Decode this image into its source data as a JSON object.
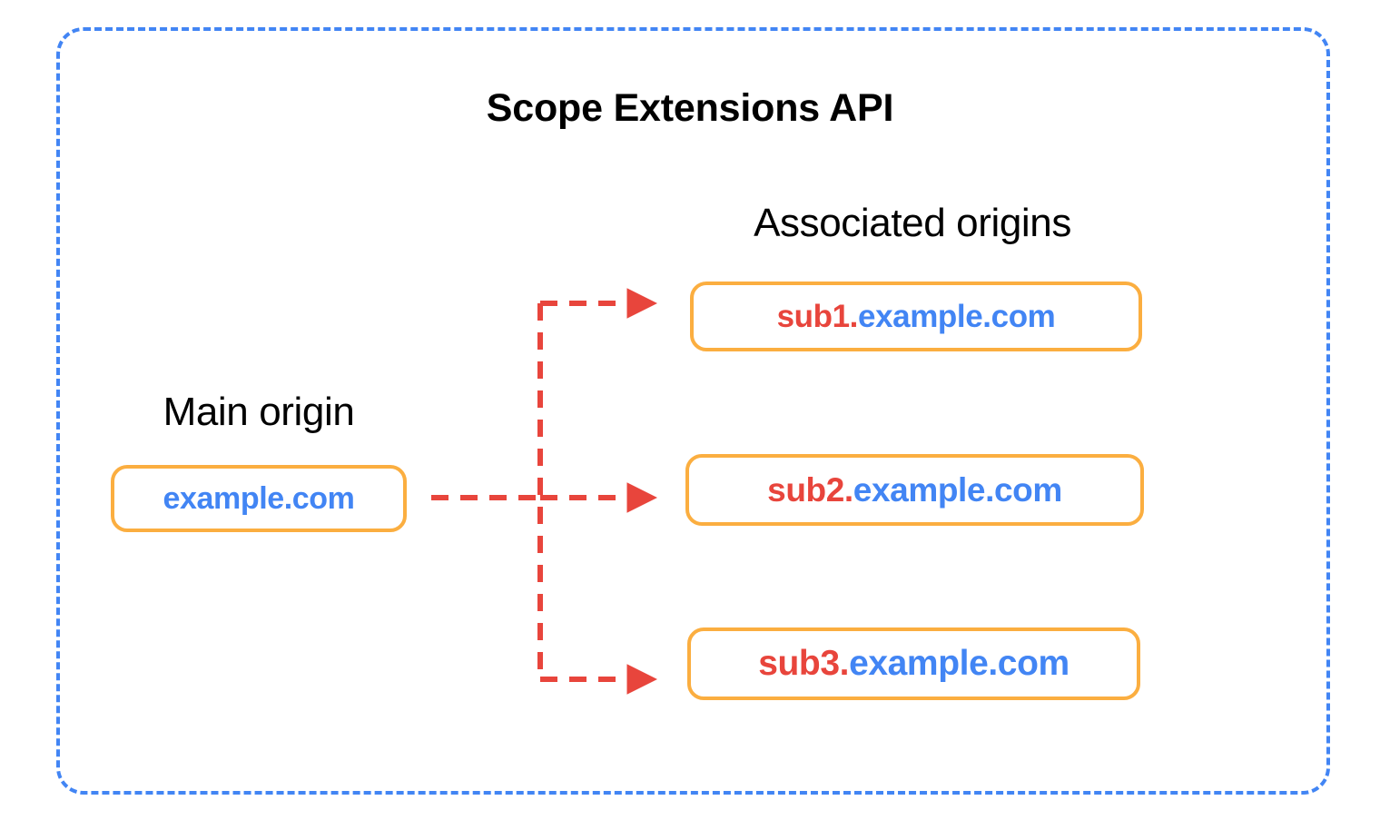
{
  "diagram": {
    "title": "Scope Extensions API",
    "frame": {
      "style": "dashed",
      "color": "#4285F4"
    }
  },
  "main_origin": {
    "label": "Main origin",
    "box": {
      "sub_part": "",
      "domain_part": "example.com",
      "full_text": "example.com",
      "border_color": "#FBAE40",
      "domain_color": "#4285F4"
    }
  },
  "associated_origins": {
    "label": "Associated origins",
    "boxes": [
      {
        "sub_part": "sub1.",
        "domain_part": "example.com",
        "full_text": "sub1.example.com",
        "border_color": "#FBAE40",
        "sub_color": "#E8453C",
        "domain_color": "#4285F4"
      },
      {
        "sub_part": "sub2.",
        "domain_part": "example.com",
        "full_text": "sub2.example.com",
        "border_color": "#FBAE40",
        "sub_color": "#E8453C",
        "domain_color": "#4285F4"
      },
      {
        "sub_part": "sub3.",
        "domain_part": "example.com",
        "full_text": "sub3.example.com",
        "border_color": "#FBAE40",
        "sub_color": "#E8453C",
        "domain_color": "#4285F4"
      }
    ]
  },
  "connectors": {
    "style": "dashed",
    "color": "#E8453C",
    "arrow_count": 3,
    "description": "Main origin branches to three associated origins"
  },
  "palette": {
    "red": "#E8453C",
    "blue": "#4285F4",
    "orange": "#FBAE40",
    "black": "#000000",
    "background": "#FFFFFF"
  }
}
